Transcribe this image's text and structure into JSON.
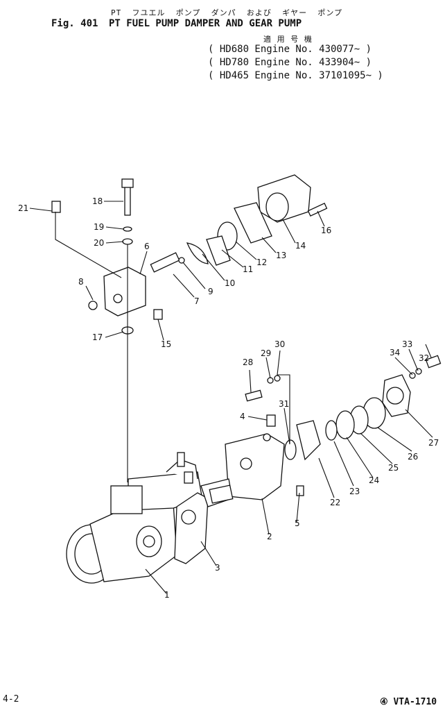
{
  "header": {
    "japanese_title": "PT  フユエル  ポンプ  ダンパ  および  ギヤー  ポンプ",
    "fig_label": "Fig. 401",
    "title": "PT FUEL PUMP DAMPER AND GEAR PUMP",
    "applicable_label": "適 用 号 機",
    "engines": [
      "( HD680 Engine No. 430077~ )",
      "( HD780 Engine No. 433904~ )",
      "( HD465 Engine No. 37101095~ )"
    ]
  },
  "footer": {
    "page": "4-2",
    "code": "④ VTA-1710"
  },
  "callouts": [
    "1",
    "2",
    "3",
    "4",
    "5",
    "6",
    "7",
    "8",
    "9",
    "10",
    "11",
    "12",
    "13",
    "14",
    "15",
    "16",
    "17",
    "18",
    "19",
    "20",
    "21",
    "22",
    "23",
    "24",
    "25",
    "26",
    "27",
    "28",
    "29",
    "30",
    "31",
    "32",
    "33",
    "34"
  ]
}
